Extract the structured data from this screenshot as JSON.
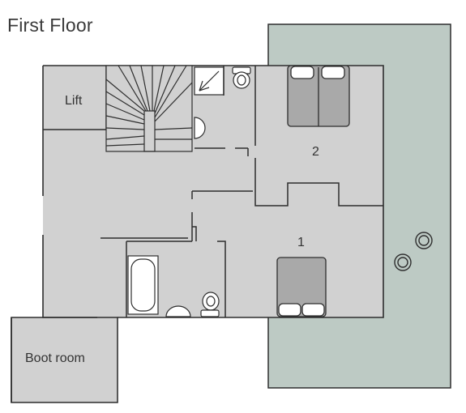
{
  "title": "First Floor",
  "rooms": {
    "lift": "Lift",
    "boot_room": "Boot room",
    "bedroom_1": "1",
    "bedroom_2": "2"
  },
  "colors": {
    "floor": "#d1d1d1",
    "terrace": "#bdcac4",
    "wall": "#2e2e2e",
    "fixture": "#ffffff"
  }
}
